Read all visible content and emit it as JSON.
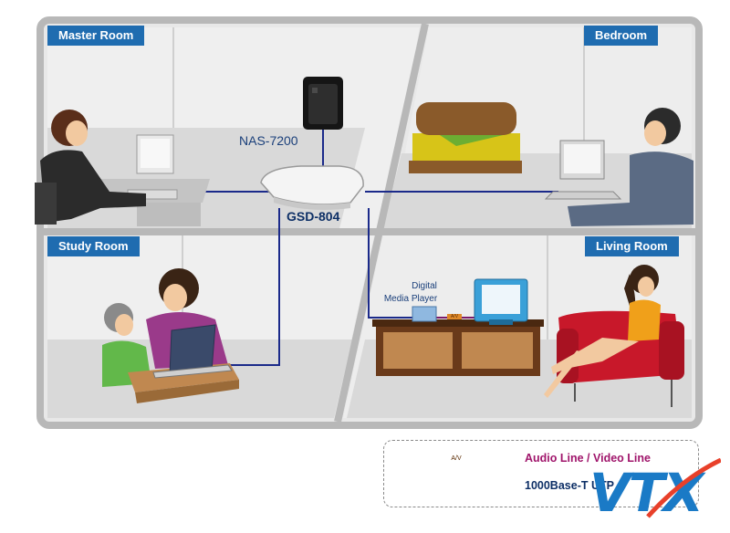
{
  "rooms": {
    "master": "Master Room",
    "bedroom": "Bedroom",
    "study": "Study Room",
    "living": "Living Room"
  },
  "devices": {
    "nas": "NAS-7200",
    "switch": "GSD-804",
    "media_player_line1": "Digital",
    "media_player_line2": "Media Player",
    "av_tag": "A/V"
  },
  "legend": {
    "av_line": "Audio Line / Video Line",
    "utp_line": "1000Base-T UTP"
  },
  "logo": {
    "text": "VTX"
  },
  "colors": {
    "label_bg": "#1f6cb0",
    "network_line": "#1b2a8a",
    "av_line": "#7a1a6a",
    "av_tag": "#e08a2a",
    "legend_text": "#a0156b"
  }
}
